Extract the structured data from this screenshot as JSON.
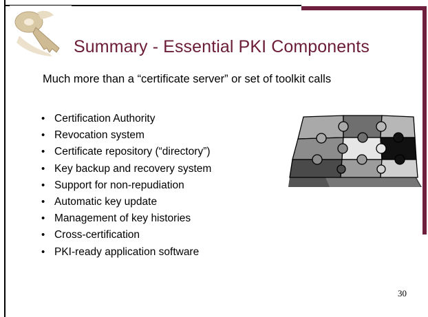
{
  "slide": {
    "title": "Summary - Essential PKI Components",
    "subtitle": "Much more than a “certificate server” or set of toolkit calls",
    "bullet_char": "•",
    "bullets": [
      "Certification Authority",
      "Revocation system",
      "Certificate repository (“directory”)",
      "Key backup and recovery system",
      "Support for non-repudiation",
      "Automatic key update",
      "Management of key histories",
      "Cross-certification",
      "PKI-ready application software"
    ],
    "page_number": "30"
  },
  "colors": {
    "title": "#6b1c38",
    "accent_bar": "#6e1f3e",
    "frame": "#000000"
  },
  "icons": {
    "logo": "key-icon",
    "illustration": "puzzle-icon"
  }
}
